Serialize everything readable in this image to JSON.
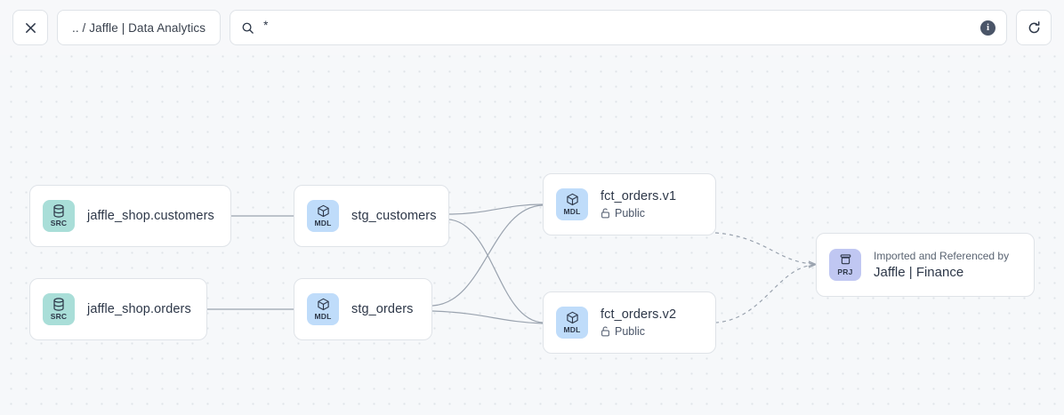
{
  "toolbar": {
    "close_label": "×",
    "close_icon": "close-icon",
    "breadcrumb": ".. / Jaffle | Data Analytics",
    "search_icon": "search-icon",
    "search_value": "*",
    "search_placeholder": "Search",
    "info_label": "i",
    "info_icon": "info-icon",
    "refresh_icon": "refresh-icon"
  },
  "graph": {
    "nodes": [
      {
        "id": "jaffle_shop_customers",
        "type": "SRC",
        "badge_label": "SRC",
        "badge_icon": "database-icon",
        "badge_color": "#a9ded8",
        "title": "jaffle_shop.customers"
      },
      {
        "id": "jaffle_shop_orders",
        "type": "SRC",
        "badge_label": "SRC",
        "badge_icon": "database-icon",
        "badge_color": "#a9ded8",
        "title": "jaffle_shop.orders"
      },
      {
        "id": "stg_customers",
        "type": "MDL",
        "badge_label": "MDL",
        "badge_icon": "cube-icon",
        "badge_color": "#bfdcfa",
        "title": "stg_customers"
      },
      {
        "id": "stg_orders",
        "type": "MDL",
        "badge_label": "MDL",
        "badge_icon": "cube-icon",
        "badge_color": "#bfdcfa",
        "title": "stg_orders"
      },
      {
        "id": "fct_orders_v1",
        "type": "MDL",
        "badge_label": "MDL",
        "badge_icon": "cube-icon",
        "badge_color": "#bfdcfa",
        "title": "fct_orders.v1",
        "access_icon": "unlock-icon",
        "access_label": "Public"
      },
      {
        "id": "fct_orders_v2",
        "type": "MDL",
        "badge_label": "MDL",
        "badge_icon": "cube-icon",
        "badge_color": "#bfdcfa",
        "title": "fct_orders.v2",
        "access_icon": "unlock-icon",
        "access_label": "Public"
      },
      {
        "id": "jaffle_finance",
        "type": "PRJ",
        "badge_label": "PRJ",
        "badge_icon": "archive-box-icon",
        "badge_color": "#c0c7f2",
        "caption": "Imported and Referenced by",
        "title": "Jaffle | Finance"
      }
    ],
    "edges": [
      {
        "from": "jaffle_shop_customers",
        "to": "stg_customers",
        "style": "solid"
      },
      {
        "from": "jaffle_shop_orders",
        "to": "stg_orders",
        "style": "solid"
      },
      {
        "from": "stg_customers",
        "to": "fct_orders_v1",
        "style": "solid"
      },
      {
        "from": "stg_customers",
        "to": "fct_orders_v2",
        "style": "solid"
      },
      {
        "from": "stg_orders",
        "to": "fct_orders_v1",
        "style": "solid"
      },
      {
        "from": "stg_orders",
        "to": "fct_orders_v2",
        "style": "solid"
      },
      {
        "from": "fct_orders_v1",
        "to": "jaffle_finance",
        "style": "dashed",
        "arrow": true
      },
      {
        "from": "fct_orders_v2",
        "to": "jaffle_finance",
        "style": "dashed",
        "arrow": true
      }
    ]
  },
  "colors": {
    "canvas_bg": "#f6f8fa",
    "node_border": "#dfe3e8",
    "edge": "#9aa3af",
    "text": "#2d3748",
    "src_badge": "#a9ded8",
    "mdl_badge": "#bfdcfa",
    "prj_badge": "#c0c7f2",
    "info_badge": "#4a5568"
  }
}
